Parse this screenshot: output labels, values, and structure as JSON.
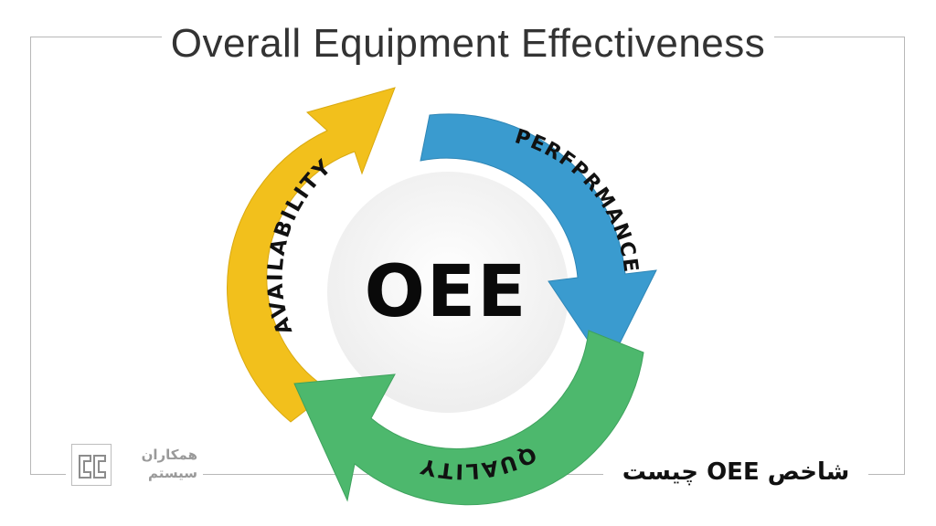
{
  "title": "Overall Equipment Effectiveness",
  "diagram": {
    "center_label": "OEE",
    "segments": [
      {
        "label": "AVAILABILITY",
        "color": "#F2C01C"
      },
      {
        "label": "PERFPRMANCE",
        "color": "#3A9BCF"
      },
      {
        "label": "QUALITY",
        "color": "#4DB86D"
      }
    ],
    "center_fill": "#F4F4F4"
  },
  "logo": {
    "line1": "همکاران",
    "line2": "سیستم",
    "icon": "company-logo-icon"
  },
  "caption": "شاخص OEE چیست"
}
